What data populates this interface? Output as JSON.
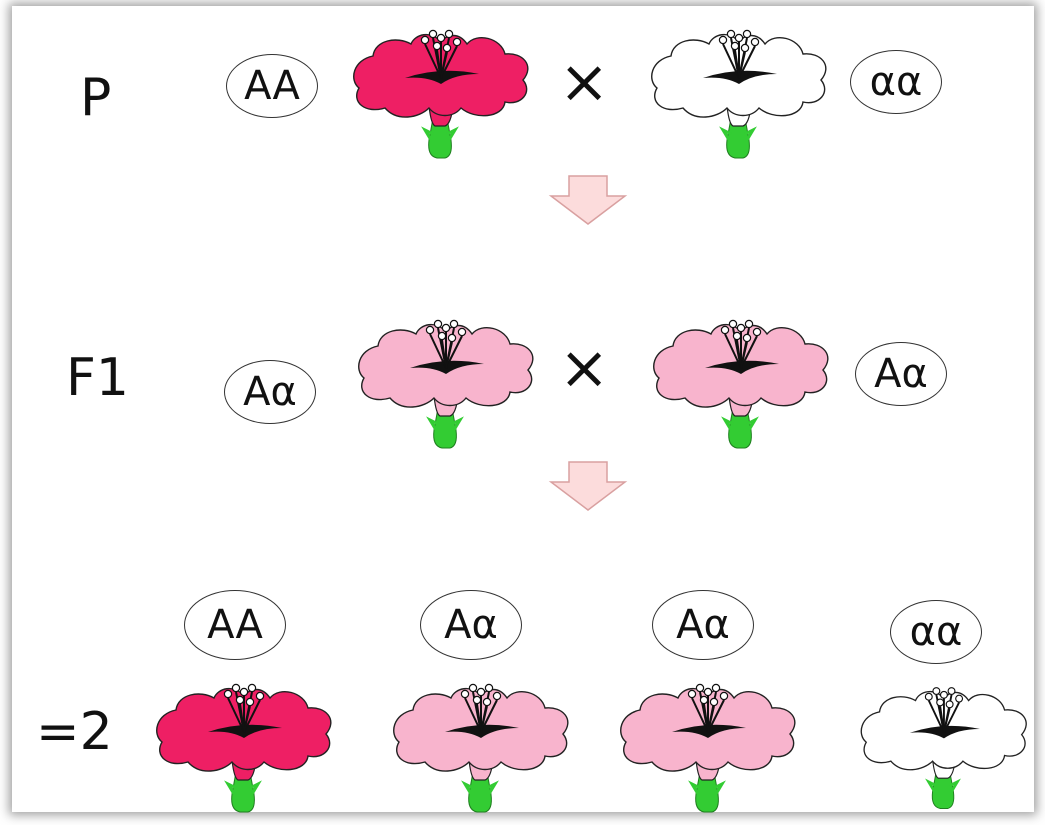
{
  "generations": {
    "p_label": "P",
    "f1_label": "F1",
    "f2_label": "=2"
  },
  "cross_symbol": "×",
  "genotypes": {
    "p_left": "AA",
    "p_right": "αα",
    "f1_left": "Aα",
    "f1_right": "Aα",
    "f2_1": "AA",
    "f2_2": "Aα",
    "f2_3": "Aα",
    "f2_4": "αα"
  },
  "flowers": {
    "p_left": "red",
    "p_right": "white",
    "f1_left": "pink",
    "f1_right": "pink",
    "f2_1": "red",
    "f2_2": "pink",
    "f2_3": "pink",
    "f2_4": "white"
  },
  "colors": {
    "red": "#ee1f64",
    "pink": "#f8b4cd",
    "white": "#ffffff",
    "stem": "#33cc33",
    "arrow_fill": "#fcdcdc",
    "arrow_stroke": "#d9a0a0"
  }
}
